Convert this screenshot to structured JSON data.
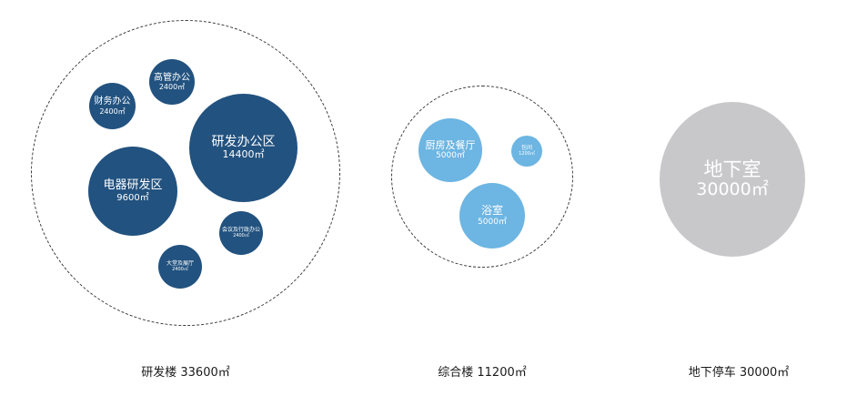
{
  "groups": [
    {
      "label": "研发楼  33600㎡",
      "rooms": [
        {
          "name": "高管办公",
          "area": "2400㎡"
        },
        {
          "name": "财务办公",
          "area": "2400㎡"
        },
        {
          "name": "研发办公区",
          "area": "14400㎡"
        },
        {
          "name": "电器研发区",
          "area": "9600㎡"
        },
        {
          "name": "会议及行政办公",
          "area": "2400㎡"
        },
        {
          "name": "大堂及展厅",
          "area": "2400㎡"
        }
      ]
    },
    {
      "label": "综合楼 11200㎡",
      "rooms": [
        {
          "name": "厨房及餐厅",
          "area": "5000㎡"
        },
        {
          "name": "包间",
          "area": "1200㎡"
        },
        {
          "name": "浴室",
          "area": "5000㎡"
        }
      ]
    },
    {
      "label": "地下停车 30000㎡",
      "rooms": [
        {
          "name": "地下室",
          "area": "30000㎡"
        }
      ]
    }
  ],
  "colors": {
    "dark_blue": "#22527f",
    "light_blue": "#6db5e2",
    "gray": "#c8c8ca",
    "ring": "#3a3a3a"
  }
}
